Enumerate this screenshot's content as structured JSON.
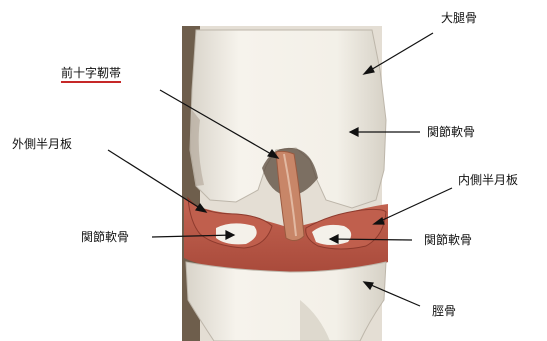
{
  "labels": {
    "femur": "大腿骨",
    "acl": "前十字靭帯",
    "articular_cartilage_femur": "関節軟骨",
    "lateral_meniscus": "外側半月板",
    "medial_meniscus": "内側半月板",
    "articular_cartilage_tibia_left": "関節軟骨",
    "articular_cartilage_tibia_right": "関節軟骨",
    "tibia": "脛骨"
  },
  "colors": {
    "cartilage": "#f3efe7",
    "meniscus": "#b55848",
    "ligament": "#c07a60",
    "accent_underline": "#c62828"
  }
}
